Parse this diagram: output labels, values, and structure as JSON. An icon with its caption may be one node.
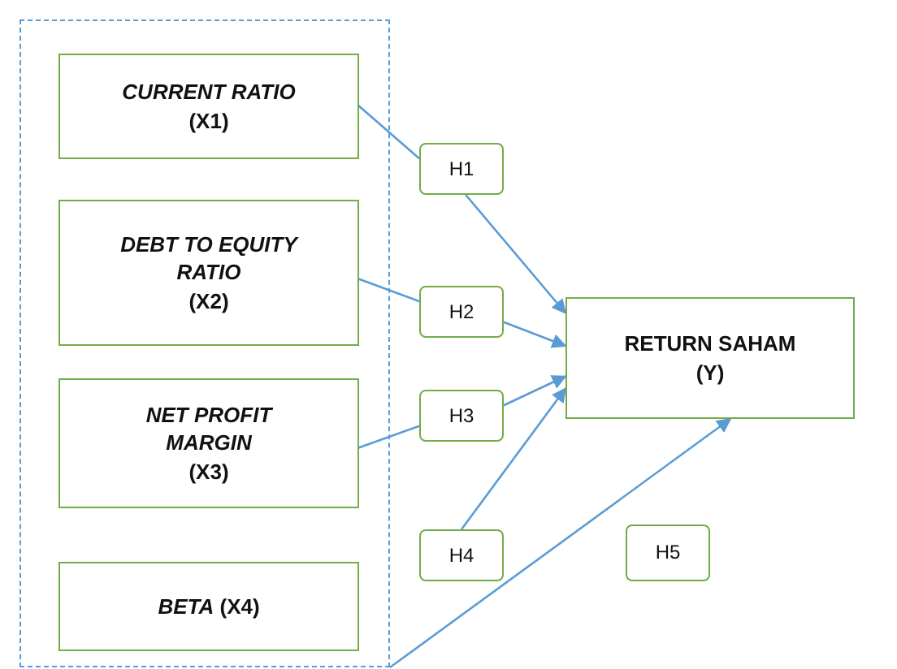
{
  "diagram": {
    "nodes": [
      {
        "text": [],
        "shape": "box"
      },
      {
        "text": [
          "CURRENT RATIO",
          "(X1)"
        ],
        "in": 0
      },
      {
        "text": [
          "DEBT TO EQUITY RATIO",
          "(X2)"
        ],
        "in": 0
      },
      {
        "text": [
          "NET PROFIT MARGIN",
          "(X3)"
        ],
        "in": 0
      },
      {
        "text": [
          "*BETA* (X4)"
        ],
        "in": 0
      },
      {
        "text": [
          "H1"
        ]
      },
      {
        "text": [
          "H2"
        ]
      },
      {
        "text": [
          "H3"
        ]
      },
      {
        "text": [
          "H4"
        ]
      },
      {
        "text": [
          "RETURN SAHAM",
          "(Y)"
        ]
      },
      {
        "text": [
          "H5"
        ]
      }
    ],
    "edges": [
      {
        "from": 1,
        "to": 5,
        "arrow": "none"
      },
      {
        "from": 5,
        "to": 9,
        "arrow": "to"
      },
      {
        "from": 2,
        "to": 6,
        "arrow": "none"
      },
      {
        "from": 6,
        "to": 9,
        "arrow": "to"
      },
      {
        "from": 3,
        "to": 7,
        "arrow": "none"
      },
      {
        "from": 7,
        "to": 9,
        "arrow": "to"
      },
      {
        "from": 8,
        "to": 9,
        "arrow": "to"
      },
      {
        "from": 0,
        "to": 9,
        "arrow": "to"
      }
    ]
  }
}
